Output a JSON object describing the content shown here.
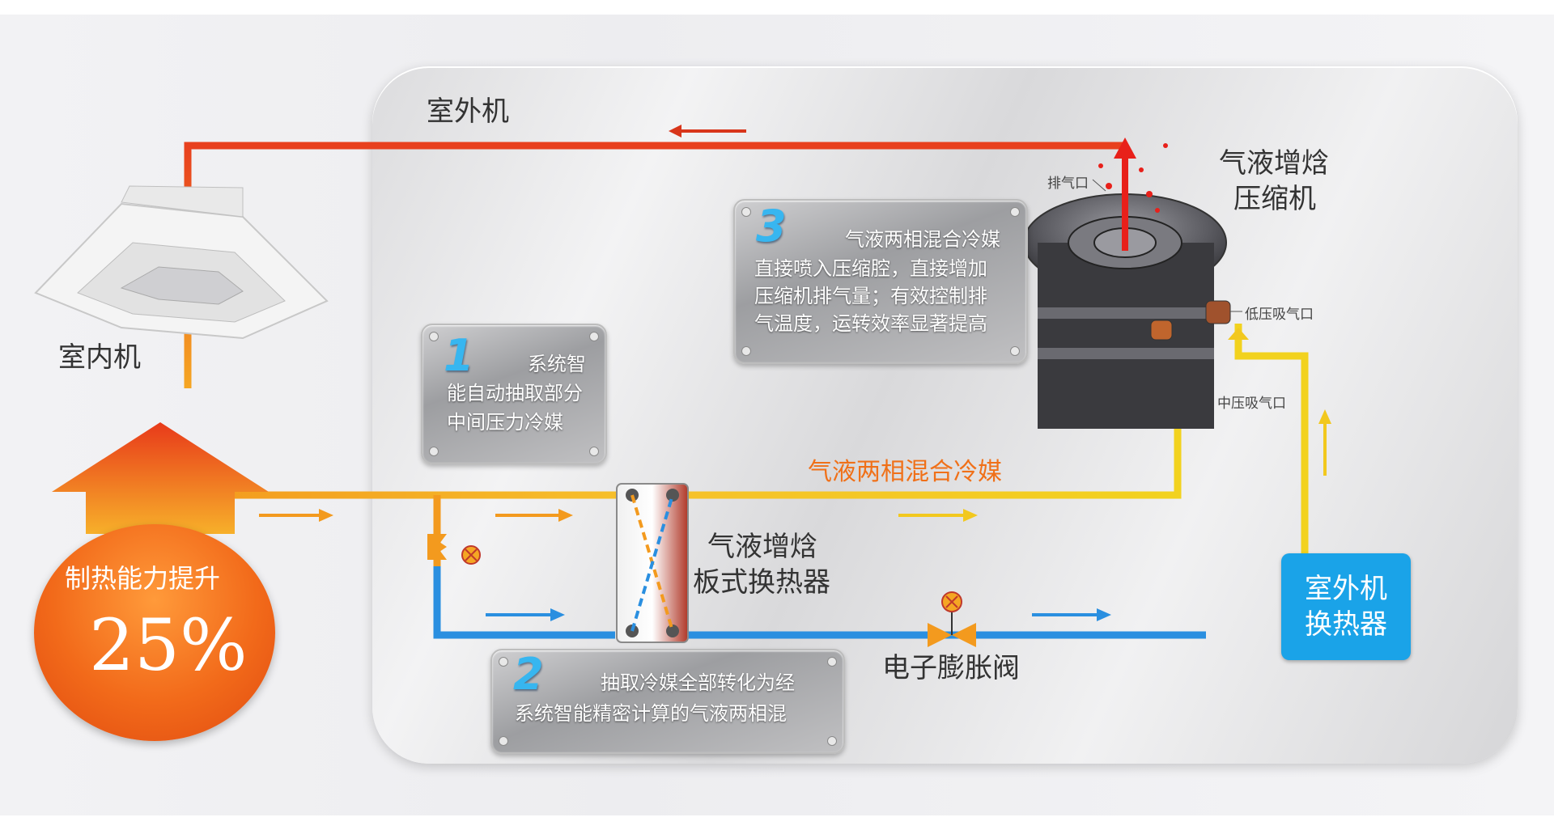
{
  "labels": {
    "outdoor_unit": "室外机",
    "indoor_unit": "室内机",
    "compressor": [
      "气液增焓",
      "压缩机"
    ],
    "exhaust_port": "排气口",
    "low_pressure_port": "低压吸气口",
    "mid_pressure_port": "中压吸气口",
    "mixed_refrigerant": "气液两相混合冷媒",
    "plate_exchanger": [
      "气液增焓",
      "板式换热器"
    ],
    "expansion_valve": "电子膨胀阀",
    "outdoor_exchanger": [
      "室外机",
      "换热器"
    ]
  },
  "callouts": [
    {
      "num": "1",
      "lines": [
        "系统智",
        "能自动抽取部分",
        "中间压力冷媒"
      ]
    },
    {
      "num": "2",
      "lines": [
        "抽取冷媒全部转化为经",
        "系统智能精密计算的气液两相混"
      ]
    },
    {
      "num": "3",
      "lines": [
        "气液两相混合冷媒",
        "直接喷入压缩腔，直接增加",
        "压缩机排气量；有效控制排",
        "气温度，运转效率显著提高"
      ]
    }
  ],
  "badge": {
    "text": "制热能力提升",
    "value": "25%"
  },
  "colors": {
    "hot_pipe": "#e8401e",
    "warm_pipe": "#f5a623",
    "cool_pipe": "#f2d21e",
    "cold_pipe": "#2a8fe0",
    "accent_blue": "#1aa3e8"
  }
}
